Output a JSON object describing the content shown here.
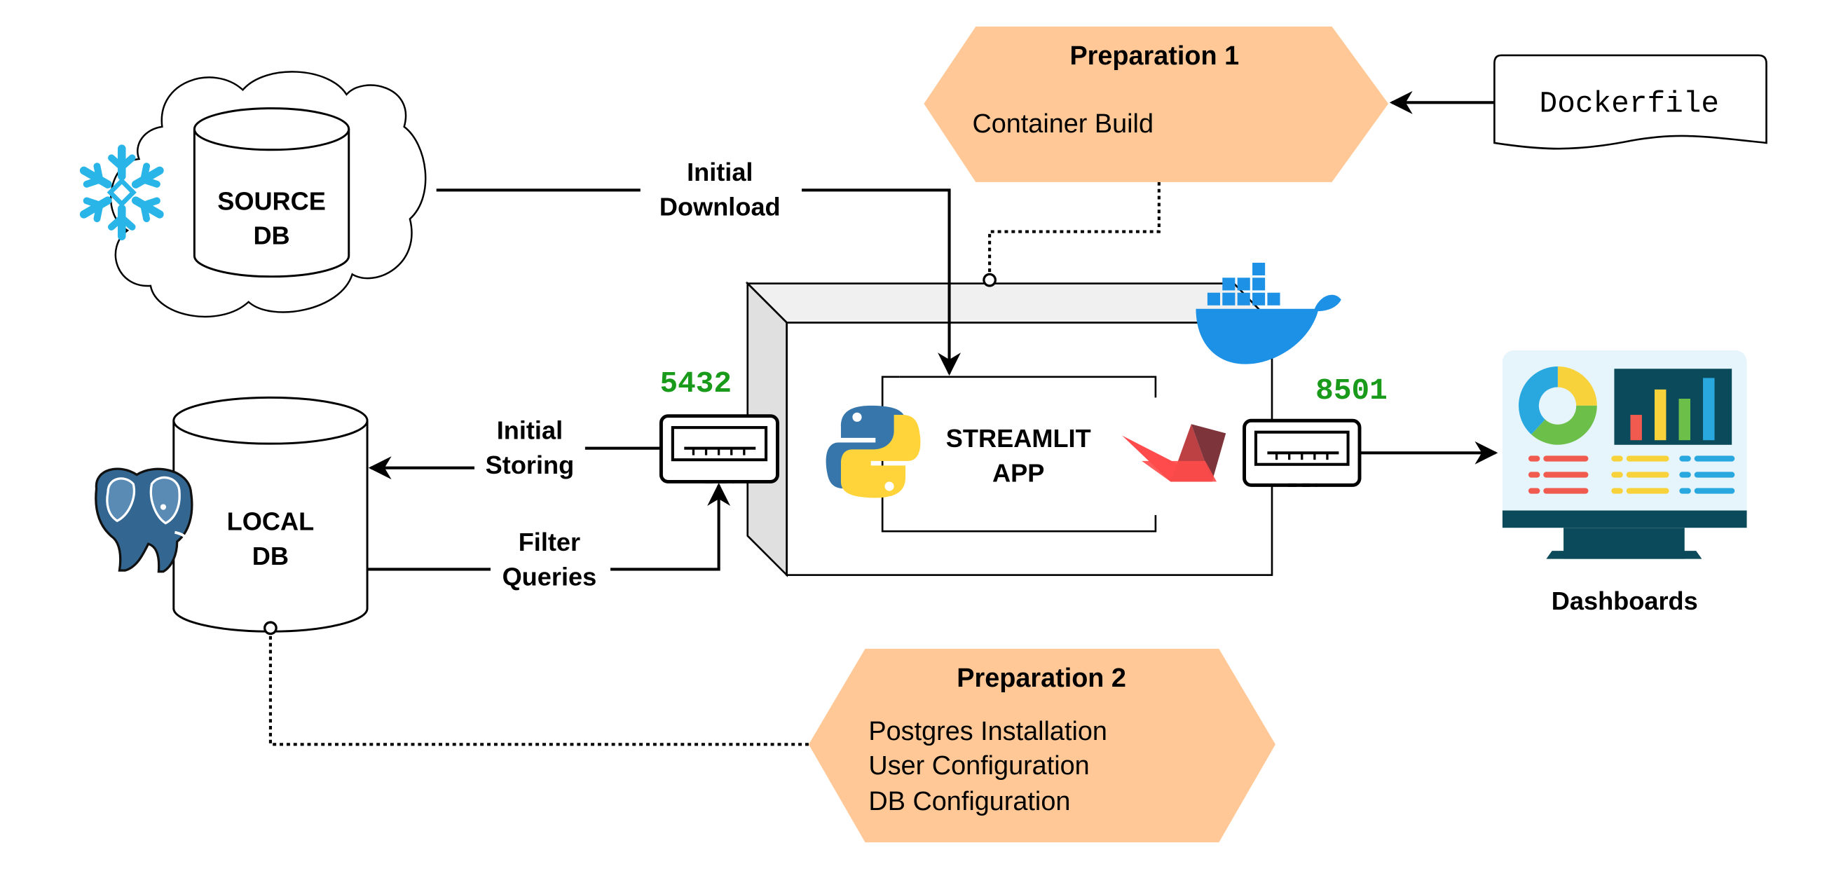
{
  "source_db": {
    "label_lines": [
      "SOURCE",
      "DB"
    ]
  },
  "local_db": {
    "label_lines": [
      "LOCAL",
      "DB"
    ]
  },
  "streamlit_app": {
    "label_lines": [
      "STREAMLIT",
      "APP"
    ]
  },
  "ports": {
    "db_port": "5432",
    "app_port": "8501"
  },
  "edges": {
    "initial_download": [
      "Initial",
      "Download"
    ],
    "initial_storing": [
      "Initial",
      "Storing"
    ],
    "filter_queries": [
      "Filter",
      "Queries"
    ]
  },
  "preparation_1": {
    "title": "Preparation 1",
    "items": [
      "Container Build"
    ]
  },
  "preparation_2": {
    "title": "Preparation 2",
    "items": [
      "Postgres Installation",
      "User Configuration",
      "DB Configuration"
    ]
  },
  "dockerfile": {
    "label": "Dockerfile"
  },
  "dashboards": {
    "label": "Dashboards"
  },
  "colors": {
    "preparation_fill": "#FFC896",
    "port_label": "#1A9A1A",
    "snowflake": "#29B5E8",
    "docker": "#1D91E6",
    "postgres": "#336791",
    "streamlit": "#FF4B4B",
    "python_blue": "#3776AB",
    "python_yellow": "#FFD43B"
  },
  "icons": [
    "snowflake-icon",
    "postgres-elephant-icon",
    "docker-whale-icon",
    "python-icon",
    "streamlit-crown-icon",
    "dashboard-monitor-icon",
    "ethernet-port-icon"
  ]
}
